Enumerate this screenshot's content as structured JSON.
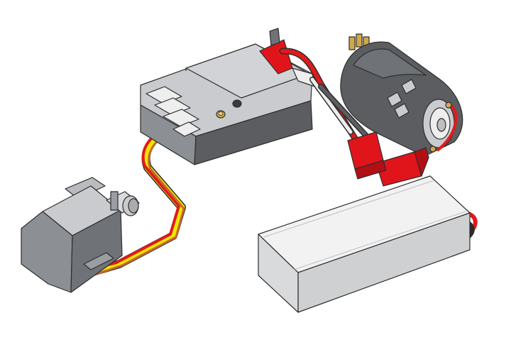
{
  "scene": {
    "components": [
      {
        "id": "receiver",
        "label": ""
      },
      {
        "id": "motor",
        "label": ""
      },
      {
        "id": "servo",
        "label": ""
      },
      {
        "id": "battery",
        "label": ""
      }
    ],
    "colors": {
      "body_dark": "#5b5d61",
      "body_mid": "#8c8f94",
      "body_light": "#c9cbce",
      "face_light": "#d9dadc",
      "face_white": "#eeeeee",
      "battery_top": "#f2f2f2",
      "battery_side": "#cfd0d2",
      "connector_red": "#e0151b",
      "wire_red": "#e11a1a",
      "wire_yellow": "#f2e600",
      "wire_brown": "#c46a2a",
      "wire_black": "#2b2b2b",
      "outline": "#2e2e2e",
      "brass": "#d2a84a"
    },
    "icons": [
      "receiver-icon",
      "motor-icon",
      "servo-icon",
      "battery-icon",
      "servo-wire-icon"
    ]
  }
}
